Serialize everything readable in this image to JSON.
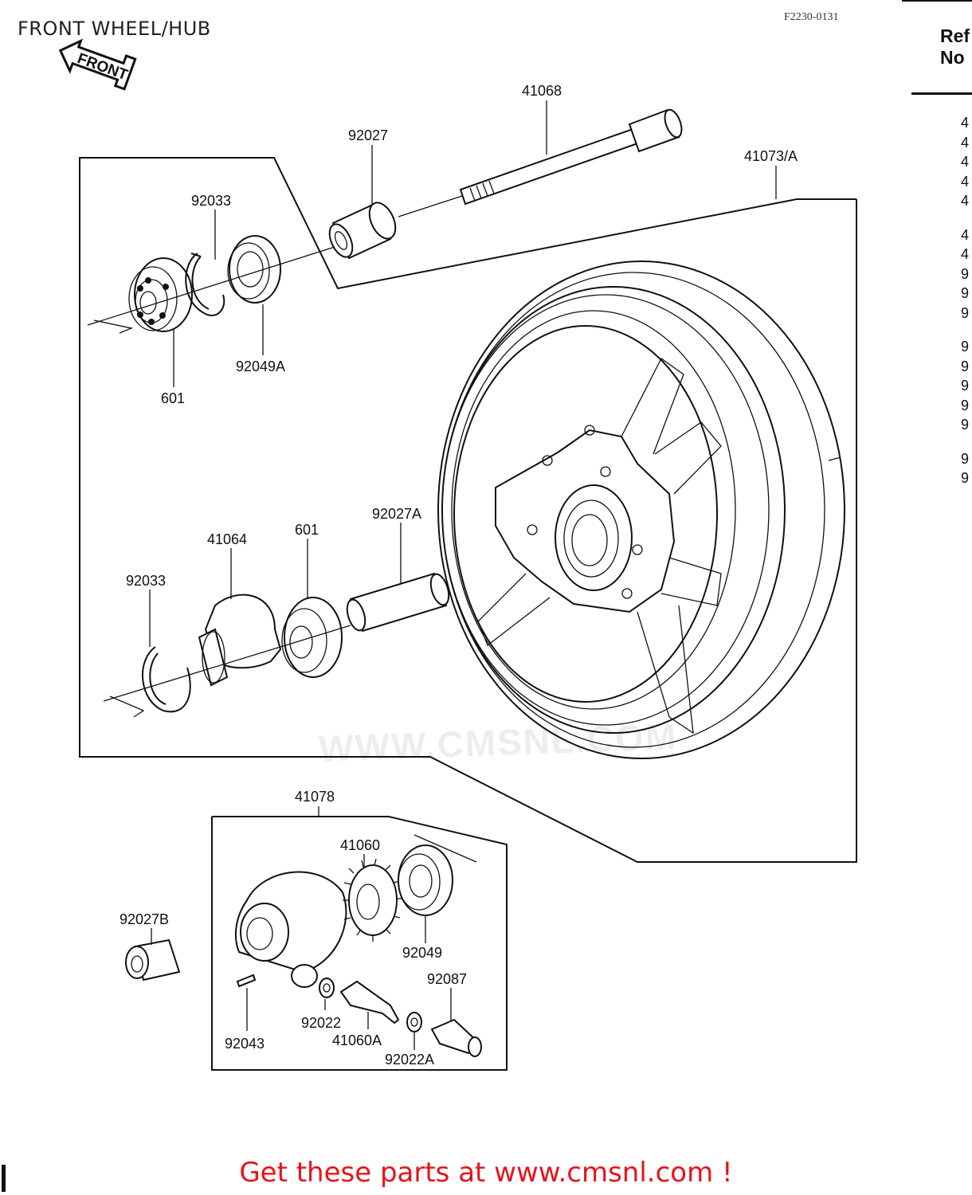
{
  "page": {
    "title": "FRONT WHEEL/HUB",
    "figure_code": "F2230-0131",
    "front_badge": "FRONT",
    "watermark": "WWW.CMSNL.COM",
    "cta": "Get these parts at www.cmsnl.com !"
  },
  "ref_table": {
    "header": "Ref\nNo",
    "items": [
      "4",
      "4",
      "4",
      "4",
      "4",
      "4",
      "4",
      "9",
      "9",
      "9",
      "9",
      "9",
      "9",
      "9",
      "9",
      "9",
      "9"
    ]
  },
  "callouts": {
    "c41068": "41068",
    "c92027": "92027",
    "c41073a": "41073/A",
    "c92033_top": "92033",
    "c92049a": "92049A",
    "c601_top": "601",
    "c41064": "41064",
    "c601_mid": "601",
    "c92027a": "92027A",
    "c92033_mid": "92033",
    "c41078": "41078",
    "c41060": "41060",
    "c92027b": "92027B",
    "c92049": "92049",
    "c92087": "92087",
    "c92022": "92022",
    "c92043": "92043",
    "c41060a": "41060A",
    "c92022a": "92022A"
  }
}
